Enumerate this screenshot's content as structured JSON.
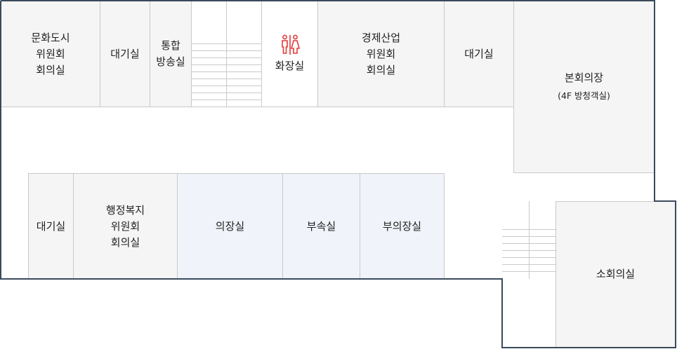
{
  "floor_plan": {
    "rooms": {
      "culture_city_committee": "문화도시\n위원회\n회의실",
      "waiting_room_1": "대기실",
      "broadcast_room": "통합\n방송실",
      "restroom": "화장실",
      "economy_industry_committee": "경제산업\n위원회\n회의실",
      "waiting_room_2": "대기실",
      "main_assembly_hall": "본회의장",
      "main_assembly_hall_note": "(4F 방청객실)",
      "waiting_room_3": "대기실",
      "welfare_committee": "행정복지\n위원회\n회의실",
      "chairman_office": "의장실",
      "annex_room": "부속실",
      "vice_chairman_office": "부의장실",
      "small_conference_room": "소회의실"
    },
    "colors": {
      "wall": "#3a4a5c",
      "partition": "#c9c9c9",
      "room_fill": "#f5f5f5",
      "office_fill": "#f0f3f9",
      "restroom_icon": "#e23a3a"
    },
    "icons": {
      "restroom": "restroom-icon"
    }
  }
}
